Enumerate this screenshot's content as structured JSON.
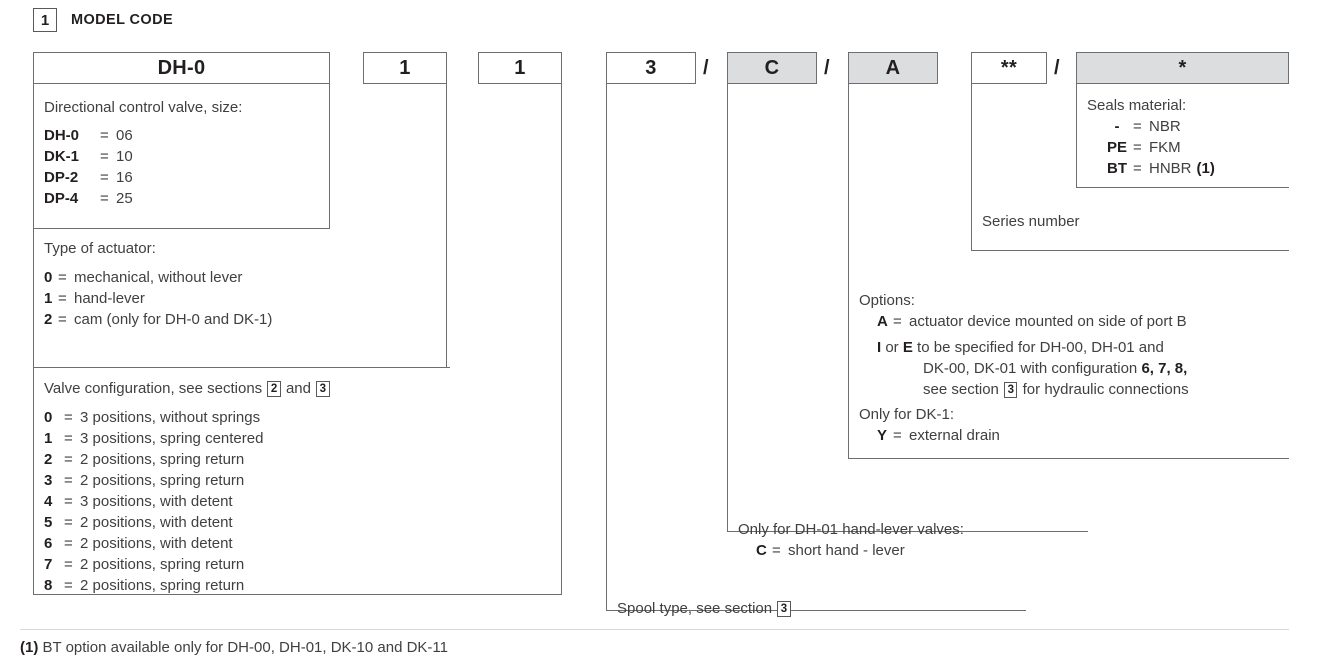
{
  "section": {
    "number": "1",
    "title": "MODEL CODE"
  },
  "code_boxes": [
    {
      "name": "model-code-box-series",
      "value": "DH-0",
      "shaded": false
    },
    {
      "name": "model-code-box-actuator",
      "value": "1",
      "shaded": false
    },
    {
      "name": "model-code-box-config",
      "value": "1",
      "shaded": false
    },
    {
      "name": "model-code-box-spool",
      "value": "3",
      "shaded": false
    },
    {
      "name": "model-code-box-lever",
      "value": "C",
      "shaded": true
    },
    {
      "name": "model-code-box-options",
      "value": "A",
      "shaded": true
    },
    {
      "name": "model-code-box-series-num",
      "value": "**",
      "shaded": false
    },
    {
      "name": "model-code-box-seals",
      "value": "*",
      "shaded": true
    }
  ],
  "separators": [
    "/",
    "/",
    "/",
    "/"
  ],
  "blocks": {
    "valve_size": {
      "title": "Directional control valve, size:",
      "rows": [
        {
          "key": "DH-0",
          "eq": "=",
          "value": "06"
        },
        {
          "key": "DK-1",
          "eq": "=",
          "value": "10"
        },
        {
          "key": "DP-2",
          "eq": "=",
          "value": "16"
        },
        {
          "key": "DP-4",
          "eq": "=",
          "value": "25"
        }
      ]
    },
    "actuator": {
      "title": "Type of actuator:",
      "rows": [
        {
          "key": "0",
          "eq": "=",
          "value": "mechanical, without lever"
        },
        {
          "key": "1",
          "eq": "=",
          "value": "hand-lever"
        },
        {
          "key": "2",
          "eq": "=",
          "value": "cam (only for DH-0 and DK-1)"
        }
      ]
    },
    "configuration": {
      "title_pre": "Valve configuration, see sections",
      "title_ref1": "2",
      "title_mid": "and",
      "title_ref2": "3",
      "rows": [
        {
          "key": "0",
          "eq": "=",
          "value": "3 positions, without springs"
        },
        {
          "key": "1",
          "eq": "=",
          "value": "3 positions, spring centered"
        },
        {
          "key": "2",
          "eq": "=",
          "value": "2 positions, spring return"
        },
        {
          "key": "3",
          "eq": "=",
          "value": "2 positions, spring return"
        },
        {
          "key": "4",
          "eq": "=",
          "value": "3 positions, with detent"
        },
        {
          "key": "5",
          "eq": "=",
          "value": "2 positions, with detent"
        },
        {
          "key": "6",
          "eq": "=",
          "value": "2 positions, with detent"
        },
        {
          "key": "7",
          "eq": "=",
          "value": "2 positions, spring return"
        },
        {
          "key": "8",
          "eq": "=",
          "value": "2 positions, spring return"
        }
      ]
    },
    "spool": {
      "title_pre": "Spool type, see section",
      "title_ref": "3"
    },
    "hand_lever": {
      "title": "Only for DH-01 hand-lever valves:",
      "rows": [
        {
          "key": "C",
          "eq": "=",
          "value": "short hand - lever"
        }
      ]
    },
    "options": {
      "title": "Options:",
      "row_a": {
        "key": "A",
        "eq": "=",
        "value": "actuator device mounted on side of port B"
      },
      "row_ie": {
        "k1": "I",
        "mid": "or",
        "k2": "E",
        "line1": "to be specified for DH-00, DH-01 and",
        "line2_pre": "DK-00, DK-01 with configuration",
        "line2_bold": "6, 7, 8,",
        "line3_pre": "see section",
        "line3_ref": "3",
        "line3_post": "for hydraulic connections"
      },
      "dk1_title": "Only for DK-1:",
      "dk1_row": {
        "key": "Y",
        "eq": "=",
        "value": "external drain"
      }
    },
    "series_number": {
      "title": "Series number"
    },
    "seals": {
      "title": "Seals material:",
      "rows": [
        {
          "key": "-",
          "eq": "=",
          "value": "NBR",
          "note": ""
        },
        {
          "key": "PE",
          "eq": "=",
          "value": "FKM",
          "note": ""
        },
        {
          "key": "BT",
          "eq": "=",
          "value": "HNBR",
          "note": "(1)"
        }
      ]
    }
  },
  "footnote": {
    "marker": "(1)",
    "text": "BT option available only for DH-00, DH-01, DK-10 and DK-11"
  },
  "colors": {
    "shaded_box": "#dcdddf",
    "line": "#6d6e71",
    "text": "#404041",
    "bold_text": "#231f20"
  }
}
